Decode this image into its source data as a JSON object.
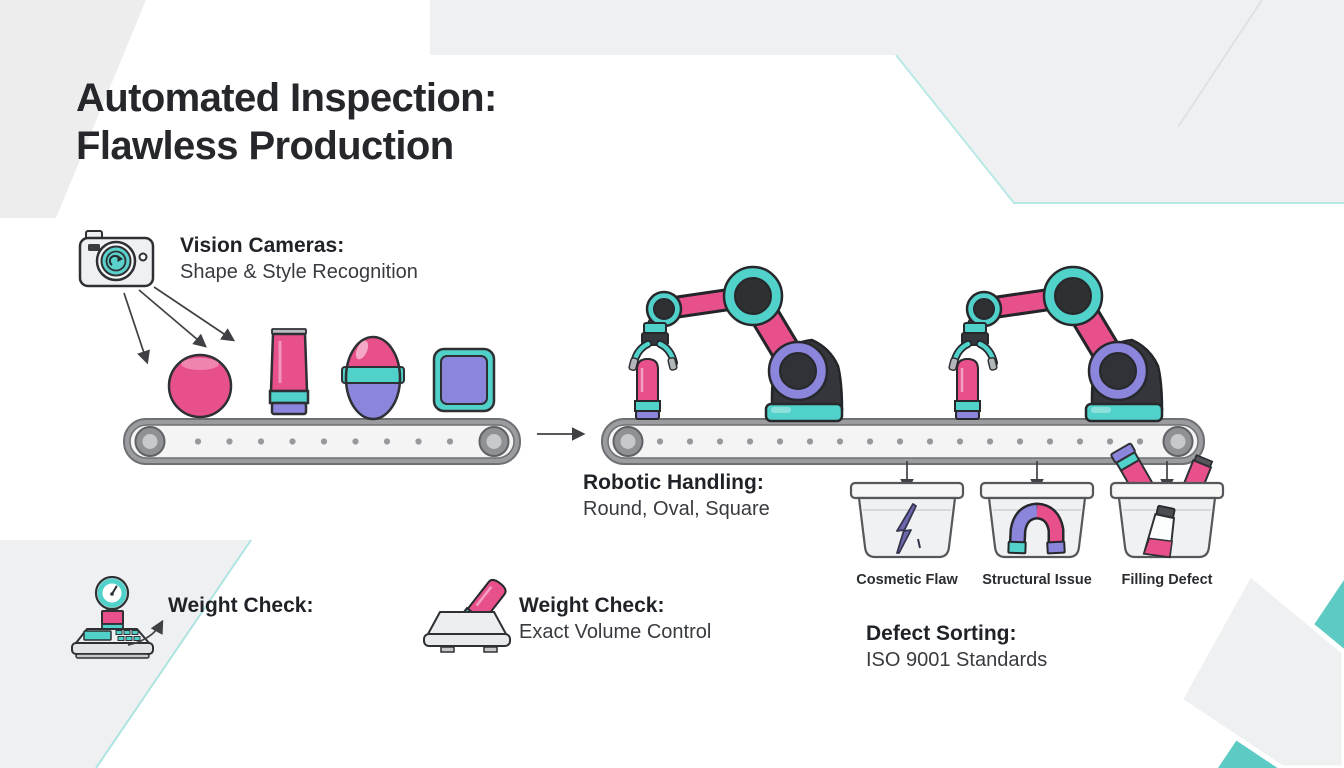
{
  "title": {
    "line1": "Automated Inspection:",
    "line2": "Flawless Production"
  },
  "vision": {
    "heading": "Vision Cameras:",
    "subheading": "Shape & Style Recognition"
  },
  "robotic_handling": {
    "heading": "Robotic Handling:",
    "subheading": "Round, Oval, Square"
  },
  "weight_check_gauge": {
    "heading": "Weight Check:"
  },
  "weight_check_platform": {
    "heading": "Weight Check:",
    "subheading": "Exact Volume Control"
  },
  "defect_sorting": {
    "heading": "Defect Sorting:",
    "subheading": "ISO 9001 Standards"
  },
  "bins": [
    {
      "label": "Cosmetic Flaw",
      "icon": "crack-icon"
    },
    {
      "label": "Structural Issue",
      "icon": "bent-tube-icon"
    },
    {
      "label": "Filling Defect",
      "icon": "underfilled-tube-icon"
    }
  ],
  "icons": [
    "camera-icon",
    "robot-arm-icon",
    "conveyor-belt-icon",
    "scale-gauge-icon",
    "scale-platform-icon"
  ],
  "colors": {
    "pink": "#e8508c",
    "teal": "#50d1ca",
    "purple": "#8b85dc",
    "outline": "#2e3034",
    "text_dark": "#212428",
    "bg_gray": "#eff0f1",
    "line_teal": "#aee4e0",
    "accent_corner": "#5ecac4"
  }
}
